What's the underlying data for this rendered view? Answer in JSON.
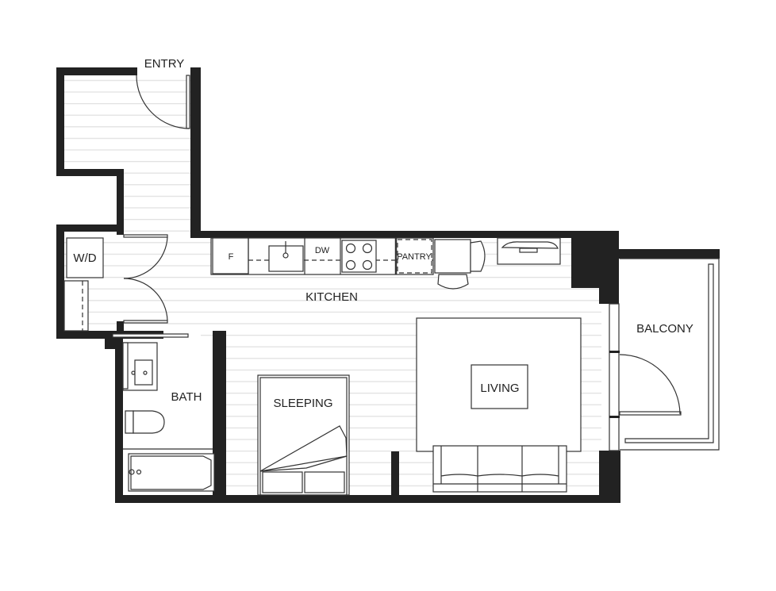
{
  "plan": {
    "rooms": {
      "entry": "ENTRY",
      "kitchen": "KITCHEN",
      "bath": "BATH",
      "sleeping": "SLEEPING",
      "living": "LIVING",
      "balcony": "BALCONY"
    },
    "fixtures": {
      "washer_dryer": "W/D",
      "fridge": "F",
      "dishwasher": "DW",
      "pantry": "PANTRY"
    },
    "colors": {
      "wall": "#222222",
      "floor_line": "#e2e2e2",
      "line": "#333333"
    }
  }
}
